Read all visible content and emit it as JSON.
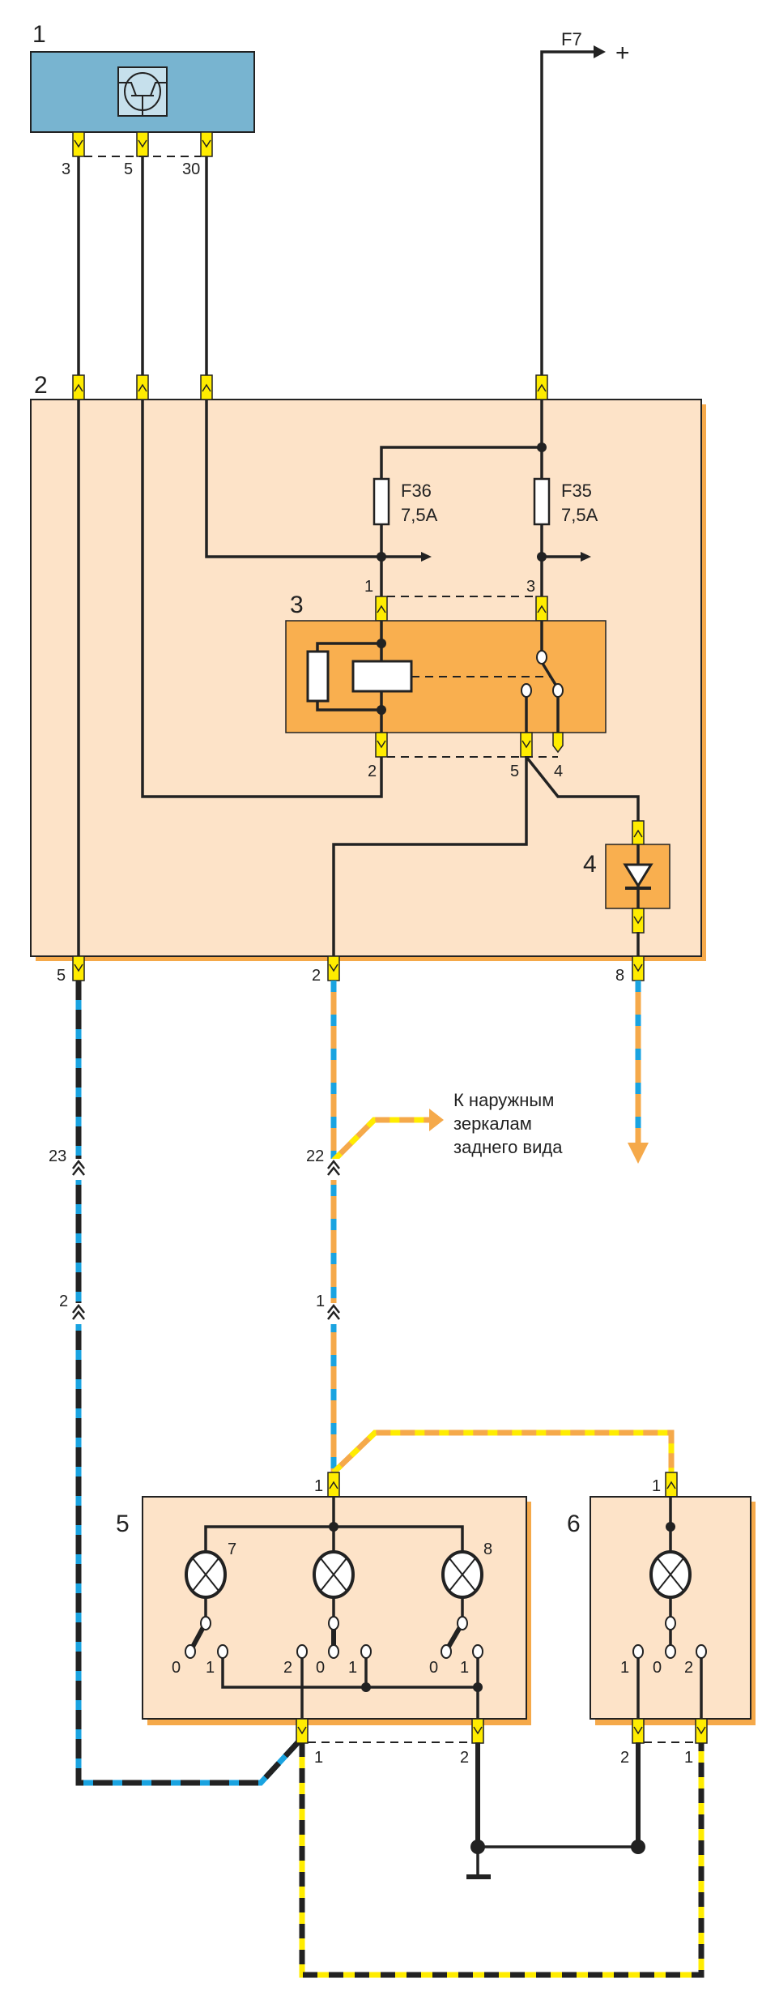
{
  "components": {
    "c1": "1",
    "c2": "2",
    "c3": "3",
    "c4": "4",
    "c5": "5",
    "c6": "6"
  },
  "power": {
    "fuse_link": "F7",
    "plus": "+"
  },
  "fuses": [
    {
      "name": "F36",
      "rating": "7,5A"
    },
    {
      "name": "F35",
      "rating": "7,5A"
    }
  ],
  "pins": {
    "block1": [
      "3",
      "5",
      "30"
    ],
    "relay_top": [
      "1",
      "3"
    ],
    "relay_bottom": [
      "2",
      "5",
      "4"
    ],
    "block2_bottom": [
      "5",
      "2",
      "8"
    ],
    "inline_left": [
      "23",
      "2"
    ],
    "inline_mid": [
      "22",
      "1"
    ],
    "block5_top": "1",
    "block6_top": "1",
    "block5_bottom": [
      "1",
      "2"
    ],
    "block6_bottom": [
      "2",
      "1"
    ]
  },
  "lamps": {
    "l7": "7",
    "l8": "8"
  },
  "switch_positions": {
    "block5": [
      "0",
      "1",
      "2",
      "0",
      "1",
      "0",
      "1"
    ],
    "block6": [
      "1",
      "0",
      "2"
    ]
  },
  "note": [
    "К наружным",
    "зеркалам",
    "заднего вида"
  ],
  "colors": {
    "block1": "#78b4d0",
    "housing": "#fde3c8",
    "relay": "#f9af4f",
    "shadow": "#f5a94a",
    "connector": "#ffec00",
    "wire_blue": "#1aa3e0",
    "wire_orange": "#f5a94a",
    "wire_yellow": "#ffec00",
    "wire_black": "#222222"
  }
}
